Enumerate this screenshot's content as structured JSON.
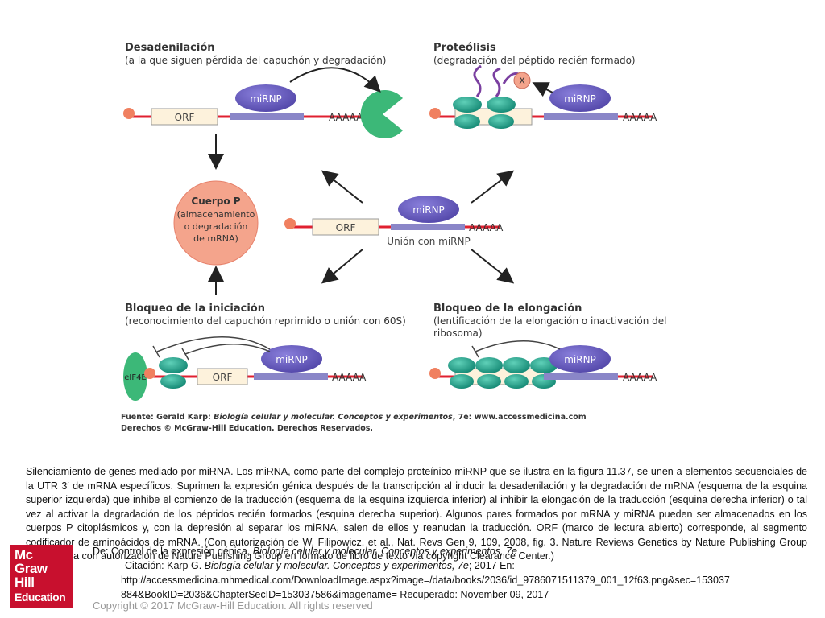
{
  "panels": {
    "top_left": {
      "title": "Desadenilación",
      "subtitle": "(a la que siguen pérdida del capuchón y degradación)"
    },
    "top_right": {
      "title": "Proteólisis",
      "subtitle": "(degradación del péptido recién formado)"
    },
    "bottom_left": {
      "title": "Bloqueo de la iniciación",
      "subtitle": "(reconocimiento del capuchón reprimido o unión con 60S)"
    },
    "bottom_right": {
      "title": "Bloqueo de la elongación",
      "subtitle": "(lentificación de la elongación o inactivación del ribosoma)"
    }
  },
  "labels": {
    "orf": "ORF",
    "mirnp": "miRNP",
    "polya": "AAAAA",
    "x": "X",
    "eif4e": "eIF4E",
    "center_caption": "Unión con miRNP",
    "cuerpo_p_1": "Cuerpo P",
    "cuerpo_p_2": "(almacenamiento",
    "cuerpo_p_3": "o degradación",
    "cuerpo_p_4": "de mRNA)"
  },
  "credit": {
    "line1_prefix": "Fuente: Gerald Karp: ",
    "line1_italic": "Biología celular y molecular. Conceptos y experimentos",
    "line1_suffix": ", 7e: www.accessmedicina.com",
    "line2": "Derechos © McGraw-Hill Education. Derechos Reservados."
  },
  "caption": "Silenciamiento de genes mediado por miRNA. Los miRNA, como parte del complejo proteínico miRNP que se ilustra en la figura 11.37, se unen a elementos secuenciales de la UTR 3′ de mRNA específicos. Suprimen la expresión génica después de la transcripción al inducir la desadenilación y la degradación de mRNA (esquema de la esquina superior izquierda) que inhibe el comienzo de la traducción (esquema de la esquina izquierda inferior) al inhibir la elongación de la traducción (esquina derecha inferior) o tal vez al activar la degradación de los péptidos recién formados (esquina derecha superior). Algunos pares formados por mRNA y miRNA pueden ser almacenados en los cuerpos P citoplásmicos y, con la depresión al separar los miRNA, salen de ellos y reanudan la traducción. ORF (marco de lectura abierto) corresponde, al segmento codificador de aminoácidos de mRNA. (Con autorización de W. Filipowicz, et al., Nat. Revs Gen 9, 109, 2008, fig. 3. Nature Reviews Genetics by Nature Publishing Group reproducida con autorización de Nature Publishing Group en formato de libro de texto via copyright Clearance Center.)",
  "source": {
    "line1_prefix": "De: Control de la expresión génica, ",
    "line1_italic": "Biología celular y molecular. Conceptos y experimentos, 7e",
    "line2_prefix": "Citación: Karp G. ",
    "line2_italic": "Biología celular y molecular. Conceptos y experimentos, 7e",
    "line2_suffix": "; 2017 En:",
    "url": "http://accessmedicina.mhmedical.com/DownloadImage.aspx?image=/data/books/2036/id_9786071511379_001_12f63.png&sec=153037",
    "url2": "884&BookID=2036&ChapterSecID=153037586&imagename= Recuperado: November 09, 2017"
  },
  "logo": {
    "line1": "Mc",
    "line2": "Graw",
    "line3": "Hill",
    "line4": "Education"
  },
  "copyright": "Copyright © 2017 McGraw-Hill Education. All rights reserved",
  "colors": {
    "mrna": "#e02030",
    "orf_fill": "#fdf2dc",
    "mirnp": "#6a5fc1",
    "ribosome": "#1fa88f",
    "cuerpo_p": "#f4a48c",
    "exonuclease": "#3cb878",
    "cap": "#f08060",
    "peptide": "#7a3fa0"
  }
}
